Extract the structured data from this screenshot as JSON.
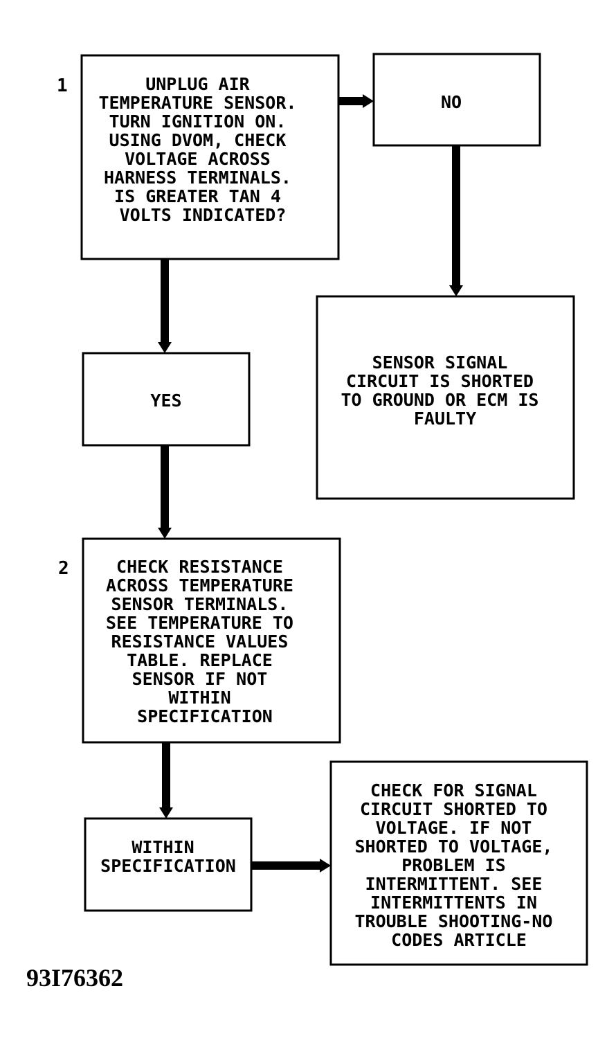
{
  "steps": [
    {
      "number": "1",
      "lines": [
        "UNPLUG AIR",
        "TEMPERATURE SENSOR.",
        "TURN IGNITION ON.",
        "USING DVOM, CHECK",
        "VOLTAGE ACROSS",
        "HARNESS TERMINALS.",
        "IS GREATER TAN 4",
        "VOLTS INDICATED?"
      ]
    },
    {
      "number": "2",
      "lines": [
        "CHECK RESISTANCE",
        "ACROSS TEMPERATURE",
        "SENSOR TERMINALS.",
        "SEE TEMPERATURE TO",
        "RESISTANCE VALUES",
        "TABLE. REPLACE",
        "SENSOR IF NOT",
        "WITHIN",
        "SPECIFICATION"
      ]
    }
  ],
  "no_box": {
    "lines": [
      "NO"
    ]
  },
  "yes_box": {
    "lines": [
      "YES"
    ]
  },
  "no_result": {
    "lines": [
      "SENSOR SIGNAL",
      "CIRCUIT IS SHORTED",
      "TO GROUND OR ECM IS",
      "FAULTY"
    ]
  },
  "within_box": {
    "lines": [
      "WITHIN",
      "SPECIFICATION"
    ]
  },
  "final_box": {
    "lines": [
      "CHECK FOR SIGNAL",
      "CIRCUIT SHORTED TO",
      "VOLTAGE. IF NOT",
      "SHORTED TO VOLTAGE,",
      "PROBLEM IS",
      "INTERMITTENT. SEE",
      "INTERMITTENTS IN",
      "TROUBLE SHOOTING-NO",
      "CODES ARTICLE"
    ]
  },
  "figure_id": "93I76362"
}
